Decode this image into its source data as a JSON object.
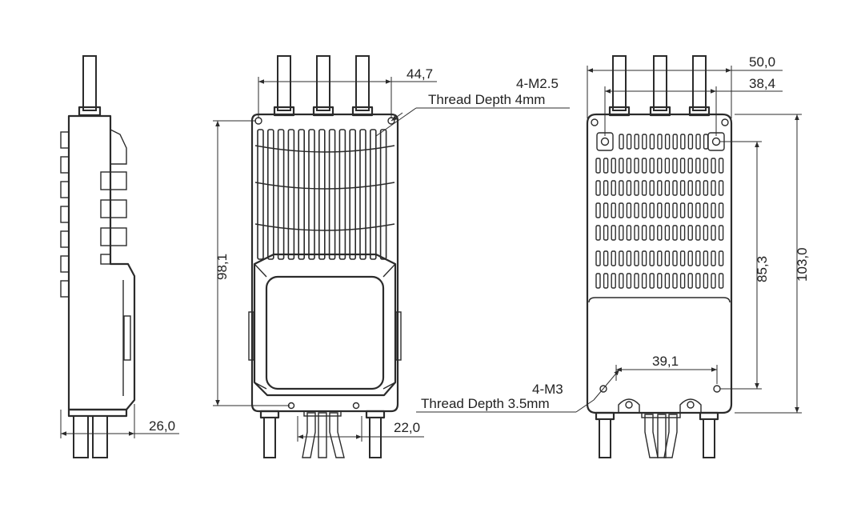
{
  "side_view": {
    "width_dim": "26,0"
  },
  "front_view": {
    "hole_spacing_dim": "44,7",
    "length_dim": "98,1",
    "bottom_dim": "22,0",
    "callout_line1": "4-M2.5",
    "callout_line2": "Thread Depth 4mm"
  },
  "back_view": {
    "width_dim": "50,0",
    "top_hole_spacing_dim": "38,4",
    "length_dim": "103,0",
    "hole_vertical_dim": "85,3",
    "bottom_hole_spacing_dim": "39,1",
    "callout_line1": "4-M3",
    "callout_line2": "Thread Depth 3.5mm"
  }
}
